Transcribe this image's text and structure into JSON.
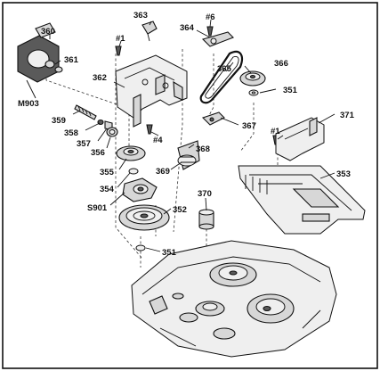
{
  "callouts": {
    "c360": "360",
    "c361": "361",
    "c363": "363",
    "c_hash1_top": "#1",
    "c_hash6": "#6",
    "c364": "364",
    "c365": "365",
    "c366": "366",
    "c351_top": "351",
    "c362": "362",
    "cM903": "M903",
    "c359": "359",
    "c358": "358",
    "c357": "357",
    "c356": "356",
    "c_hash4": "#4",
    "c368": "368",
    "c367": "367",
    "c_hash1_right": "#1",
    "c371": "371",
    "c355": "355",
    "c369": "369",
    "c353": "353",
    "c354": "354",
    "c370": "370",
    "cS901": "S901",
    "c352": "352",
    "c351_bottom": "351"
  }
}
